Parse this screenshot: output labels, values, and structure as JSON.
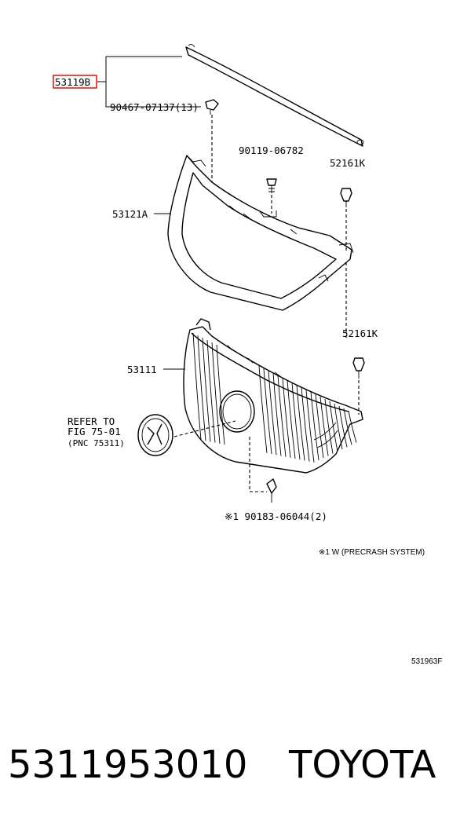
{
  "callouts": {
    "grille_moulding": "53119B",
    "clip_13": "90467-07137(13)",
    "bolt_06782": "90119-06782",
    "clip_52161k_upper": "52161K",
    "frame_53121a": "53121A",
    "clip_52161k_lower": "52161K",
    "grille_53111": "53111",
    "refer_line1": "REFER TO",
    "refer_line2": "FIG 75-01",
    "refer_line3": "(PNC 75311)",
    "nut_06044": "※1 90183-06044(2)"
  },
  "footnote": "※1 W (PRECRASH SYSTEM)",
  "figure_id": "531963F",
  "part_number": "5311953010",
  "brand": "TOYOTA",
  "colors": {
    "highlight": "#e00000",
    "ink": "#000000"
  }
}
